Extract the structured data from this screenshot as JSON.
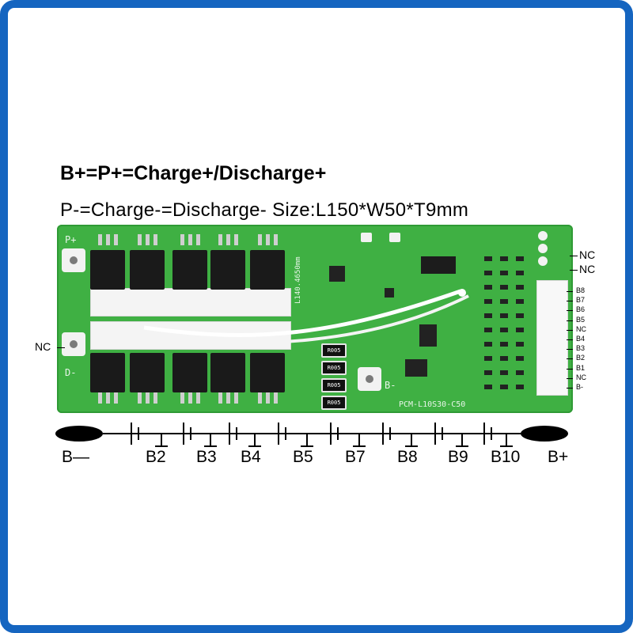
{
  "heading": {
    "line1": "B+=P+=Charge+/Discharge+",
    "line2": "P-=Charge-=Discharge- Size:L150*W50*T9mm"
  },
  "board": {
    "model": "PCM-L10S30-C50",
    "silk_pplus": "P+",
    "silk_dminus": "D-",
    "silk_bminus": "B-",
    "silk_dim": "L140.4650mm",
    "shunt_label": "R005",
    "color": "#3fb043"
  },
  "side_labels": {
    "left_nc": "NC",
    "right_nc_1": "NC",
    "right_nc_2": "NC"
  },
  "connector_pins": [
    "B8",
    "B7",
    "B6",
    "B5",
    "NC",
    "B4",
    "B3",
    "B2",
    "B1",
    "NC",
    "B-"
  ],
  "schematic": {
    "left_terminal": "B—",
    "right_terminal": "B+",
    "taps": [
      "B2",
      "B3",
      "B4",
      "B5",
      "B7",
      "B8",
      "B9",
      "B10"
    ]
  },
  "colors": {
    "frame": "#1565c0",
    "board": "#3fb043"
  }
}
